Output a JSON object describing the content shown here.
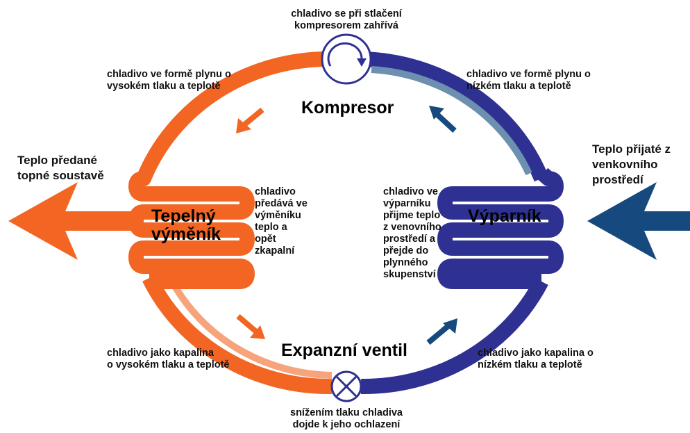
{
  "components": {
    "compressor": "Kompresor",
    "condenser": "Tepelný\nvýměník",
    "evaporator": "Výparník",
    "expansion_valve": "Expanzní ventil"
  },
  "annotations": {
    "compressor_note": "chladivo se při stlačení\nkompresorem zahřívá",
    "high_gas": "chladivo ve formě plynu o\nvysokém tlaku a teplotě",
    "low_gas": "chladivo ve formě plynu o\nnízkém tlaku a teplotě",
    "condenser_note": "chladivo\npředává ve\nvýměníku\nteplo a\nopět\nzkapalní",
    "evaporator_note": "chladivo ve\nvýparníku\npřijme teplo\nz venovního\nprostředí a\npřejde do\nplynného\nskupenství",
    "high_liquid": "chladivo jako kapalina\no vysokém tlaku a teplotě",
    "low_liquid": "chladivo jako kapalina o\nnízkém tlaku a teplotě",
    "valve_note": "snížením tlaku chladiva\ndojde k jeho ochlazení"
  },
  "side_labels": {
    "heat_out": "Teplo předané\ntopné soustavě",
    "heat_in": "Teplo přijaté z\nvenkovního\nprostředí"
  },
  "colors": {
    "hot": "#f26522",
    "hot_light": "#f7a37b",
    "cold": "#2e3192",
    "cold_light": "#6d8fb0",
    "heat_in_arrow": "#164a7e"
  }
}
